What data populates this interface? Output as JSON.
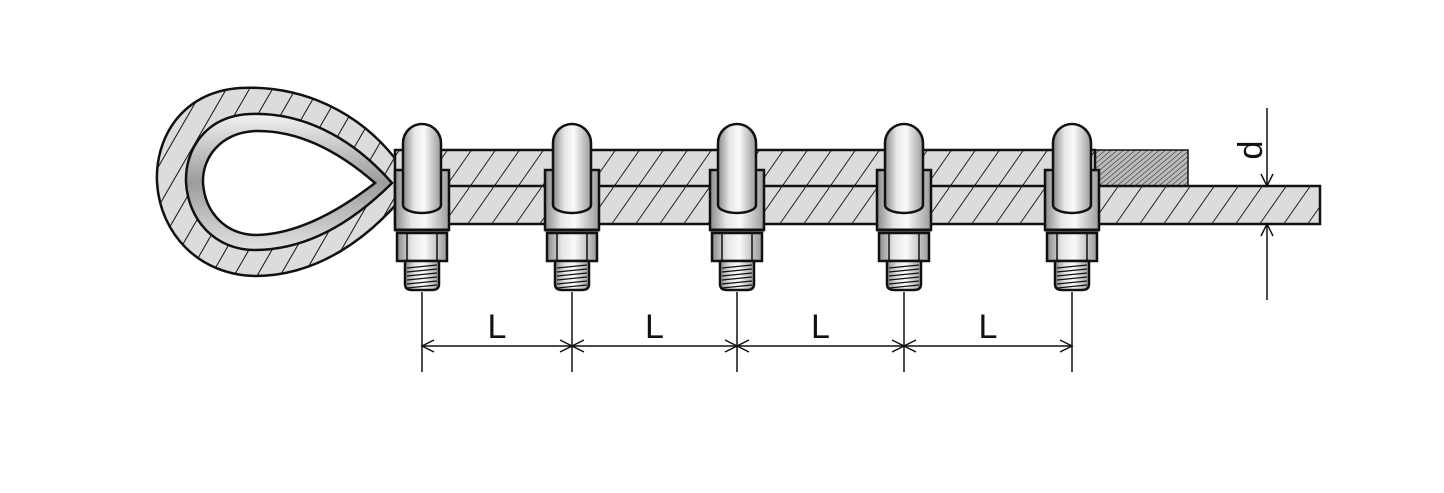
{
  "diagram": {
    "spacing_labels": [
      "L",
      "L",
      "L",
      "L"
    ],
    "diameter_label": "d",
    "clip_count": 5
  },
  "colors": {
    "rope": "#d9d9d9",
    "outline": "#111111",
    "metal_light": "#f2f2f2",
    "metal_dark": "#8a8a8a"
  }
}
